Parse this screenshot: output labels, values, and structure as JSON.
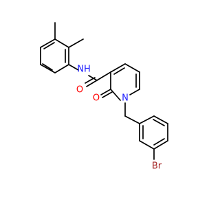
{
  "molecule": {
    "atoms": {
      "nh": {
        "text": "NH",
        "color": "#2020ff"
      },
      "o_amide": {
        "text": "O",
        "color": "#ff0000"
      },
      "n_ring": {
        "text": "N",
        "color": "#2020ff"
      },
      "o_ring": {
        "text": "O",
        "color": "#ff0000"
      },
      "br": {
        "text": "Br",
        "color": "#a62929"
      }
    }
  }
}
